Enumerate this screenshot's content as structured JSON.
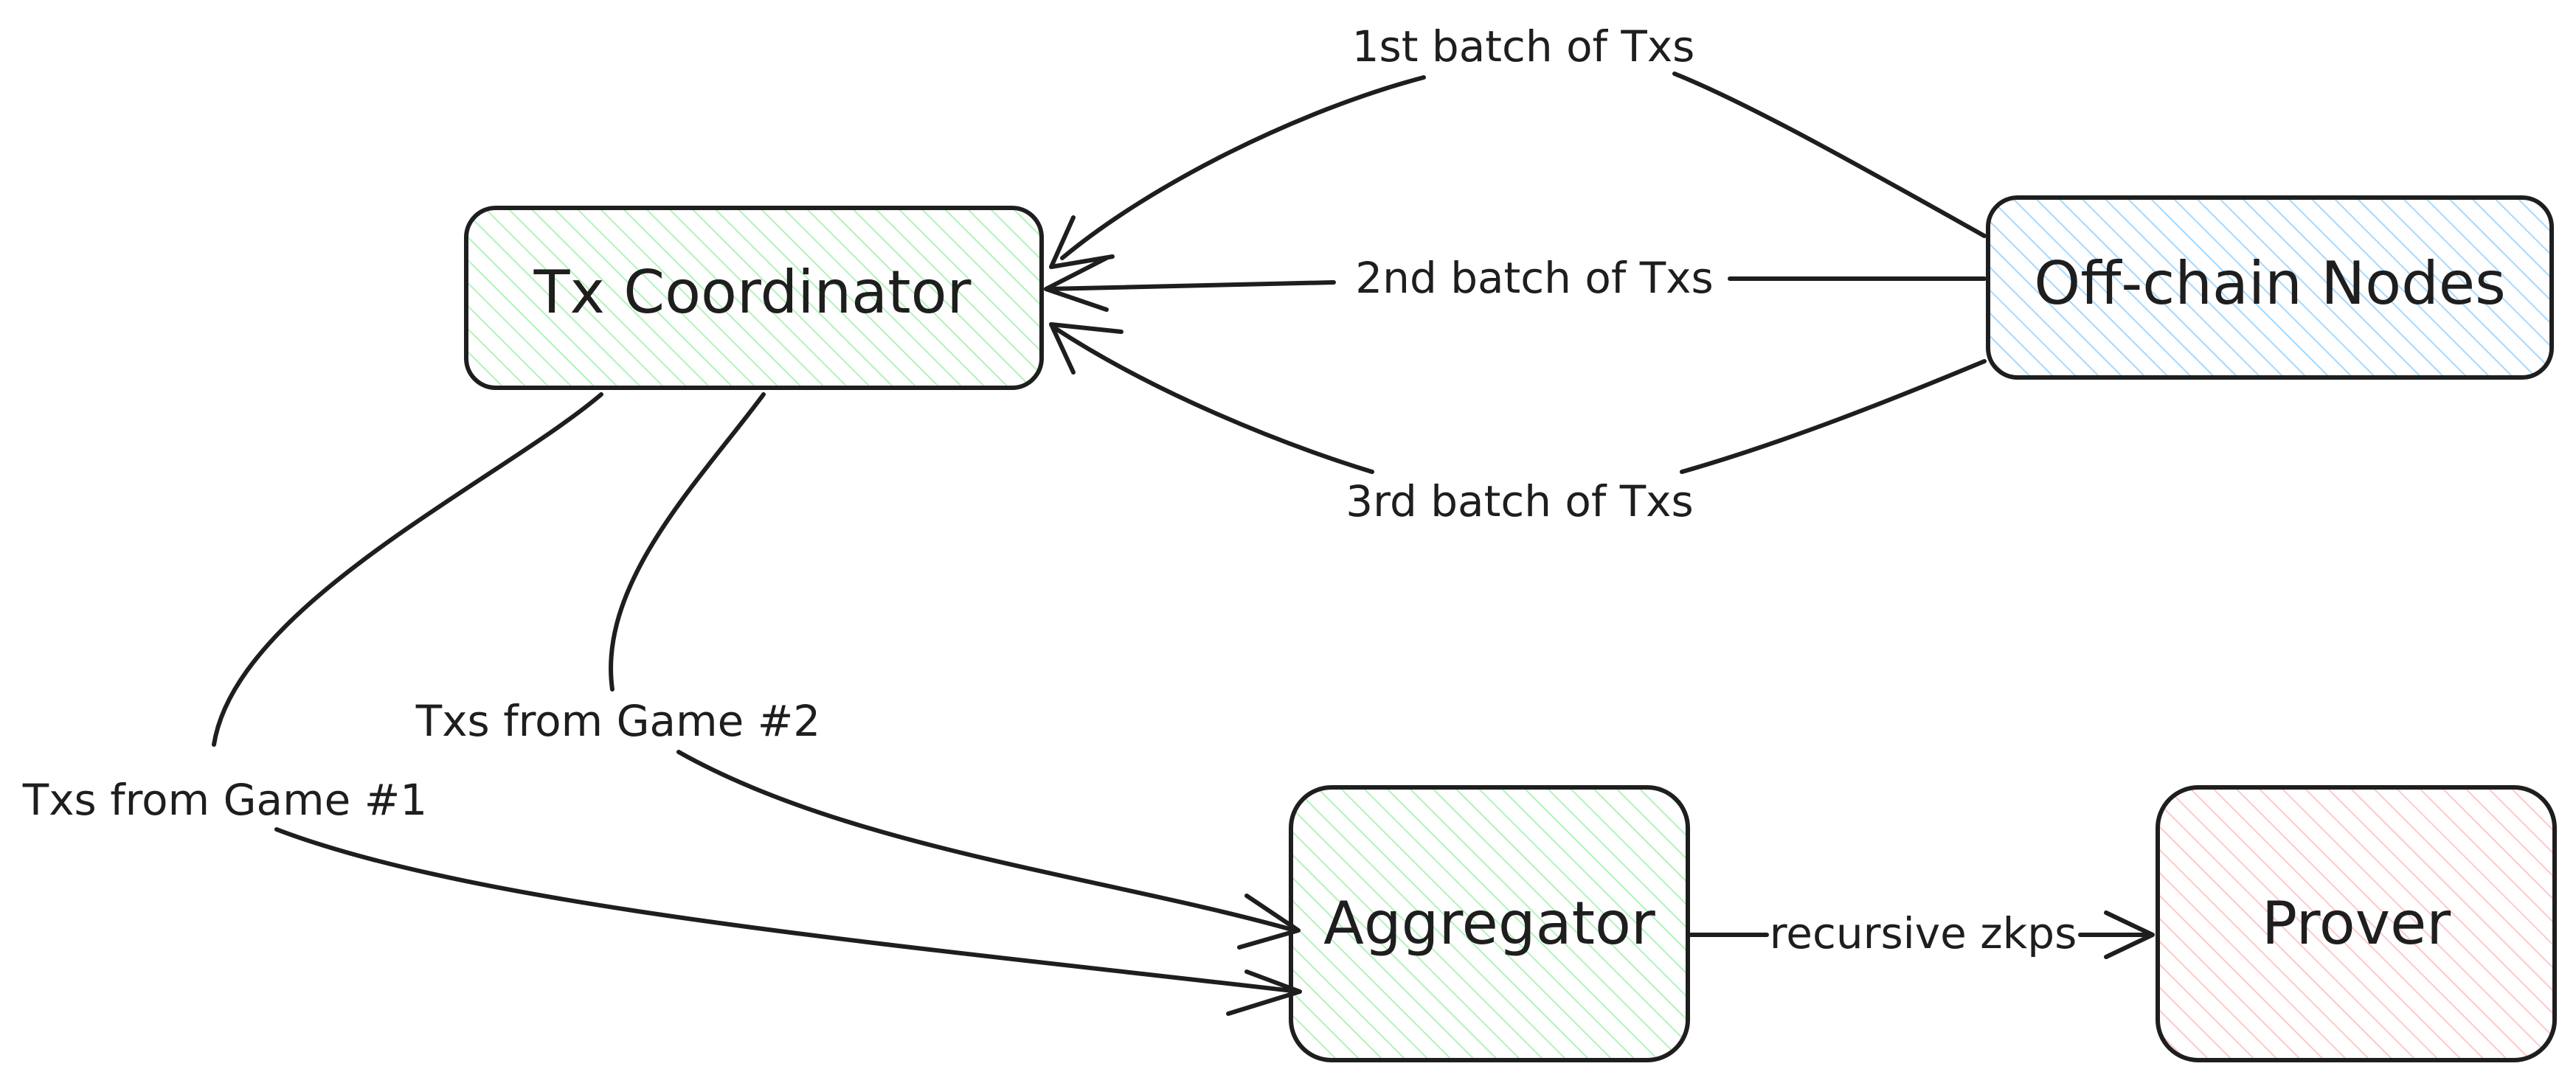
{
  "colors": {
    "stroke": "#1e1e1e",
    "green_fill": "#b2f2bb",
    "blue_fill": "#a5d8ff",
    "red_fill": "#ffc9c9",
    "background": "#ffffff"
  },
  "nodes": {
    "tx_coordinator": {
      "label": "Tx Coordinator",
      "fill": "green"
    },
    "off_chain_nodes": {
      "label": "Off-chain Nodes",
      "fill": "blue"
    },
    "aggregator": {
      "label": "Aggregator",
      "fill": "green"
    },
    "prover": {
      "label": "Prover",
      "fill": "red"
    }
  },
  "edges": {
    "batch1": {
      "label": "1st batch of Txs",
      "from": "off_chain_nodes",
      "to": "tx_coordinator"
    },
    "batch2": {
      "label": "2nd batch of Txs",
      "from": "off_chain_nodes",
      "to": "tx_coordinator"
    },
    "batch3": {
      "label": "3rd batch of Txs",
      "from": "off_chain_nodes",
      "to": "tx_coordinator"
    },
    "game1": {
      "label": "Txs from Game #1",
      "from": "tx_coordinator",
      "to": "aggregator"
    },
    "game2": {
      "label": "Txs from Game #2",
      "from": "tx_coordinator",
      "to": "aggregator"
    },
    "zkps": {
      "label": "recursive zkps",
      "from": "aggregator",
      "to": "prover"
    }
  }
}
